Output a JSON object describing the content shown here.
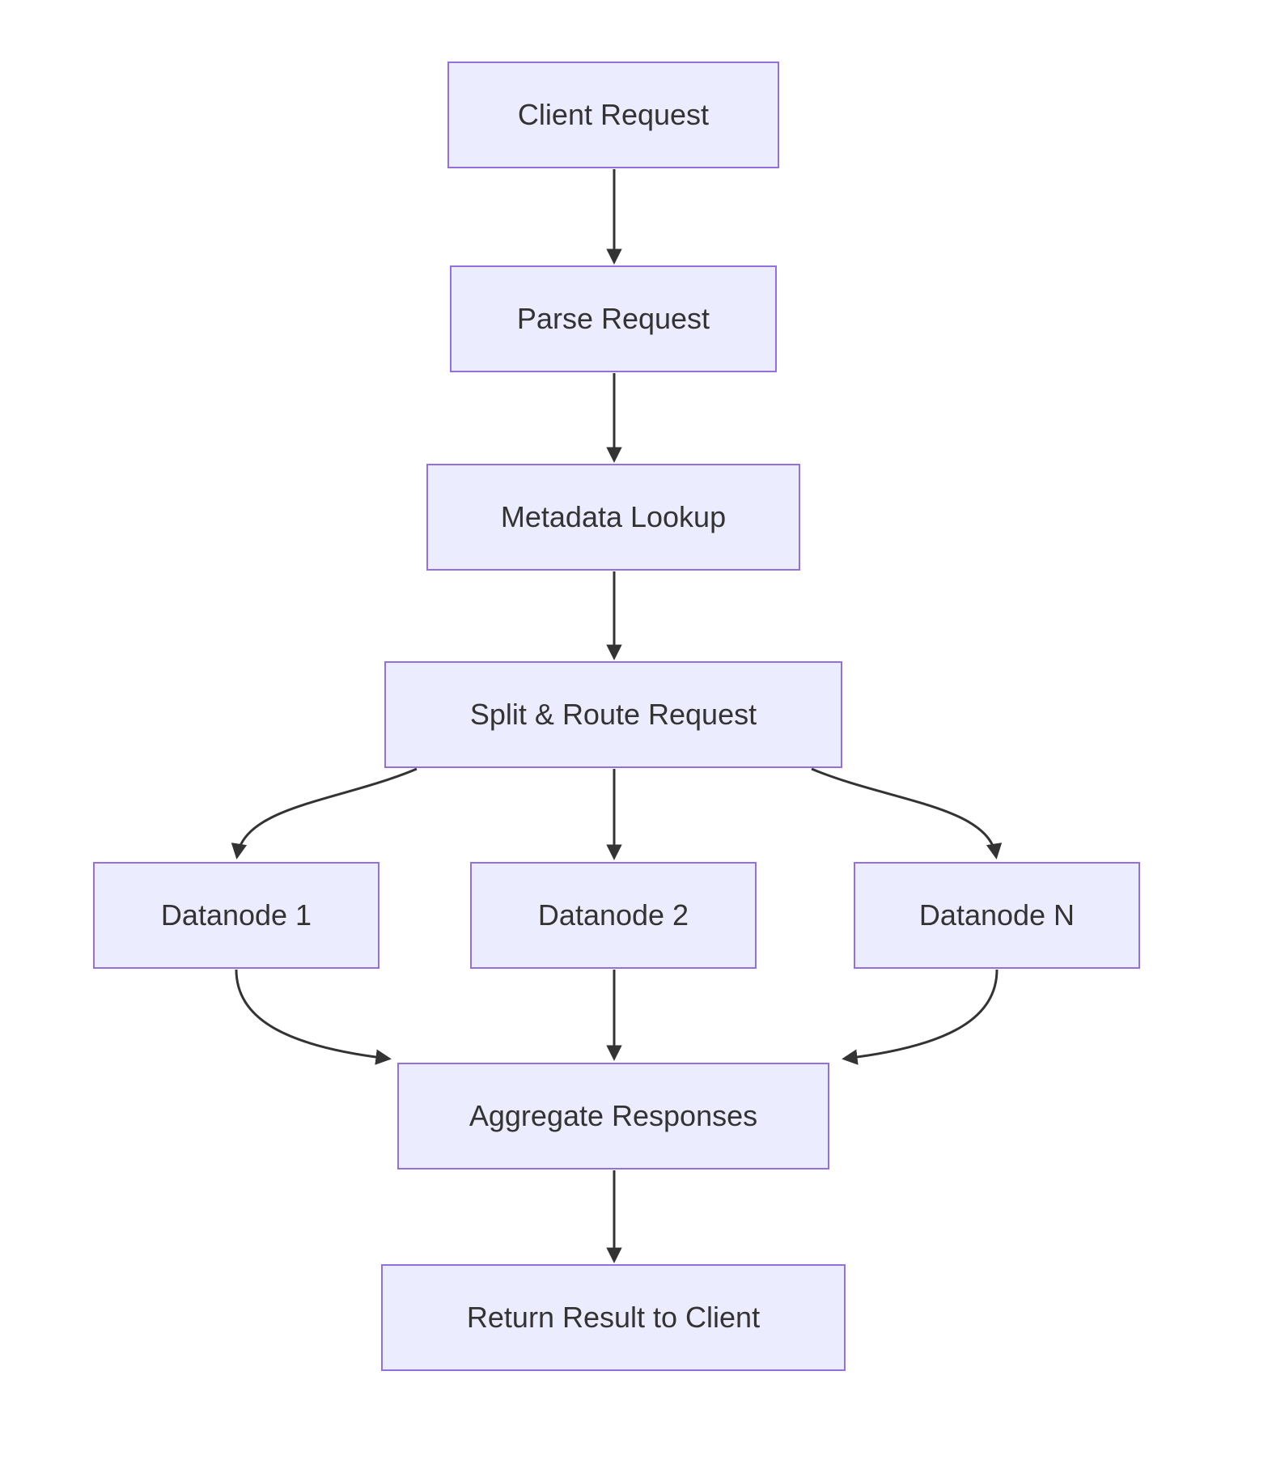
{
  "diagram": {
    "type": "flowchart",
    "direction": "top-down",
    "nodes": {
      "client": {
        "label": "Client Request"
      },
      "parse": {
        "label": "Parse Request"
      },
      "metadata": {
        "label": "Metadata Lookup"
      },
      "split": {
        "label": "Split & Route Request"
      },
      "dn1": {
        "label": "Datanode 1"
      },
      "dn2": {
        "label": "Datanode 2"
      },
      "dnN": {
        "label": "Datanode N"
      },
      "aggregate": {
        "label": "Aggregate Responses"
      },
      "return": {
        "label": "Return Result to Client"
      }
    },
    "edges": [
      {
        "from": "Client Request",
        "to": "Parse Request"
      },
      {
        "from": "Parse Request",
        "to": "Metadata Lookup"
      },
      {
        "from": "Metadata Lookup",
        "to": "Split & Route Request"
      },
      {
        "from": "Split & Route Request",
        "to": "Datanode 1"
      },
      {
        "from": "Split & Route Request",
        "to": "Datanode 2"
      },
      {
        "from": "Split & Route Request",
        "to": "Datanode N"
      },
      {
        "from": "Datanode 1",
        "to": "Aggregate Responses"
      },
      {
        "from": "Datanode 2",
        "to": "Aggregate Responses"
      },
      {
        "from": "Datanode N",
        "to": "Aggregate Responses"
      },
      {
        "from": "Aggregate Responses",
        "to": "Return Result to Client"
      }
    ],
    "colors": {
      "node_fill": "#ECECFF",
      "node_border": "#9370DB",
      "text": "#333333",
      "edge": "#333333",
      "background": "#FFFFFF"
    }
  }
}
